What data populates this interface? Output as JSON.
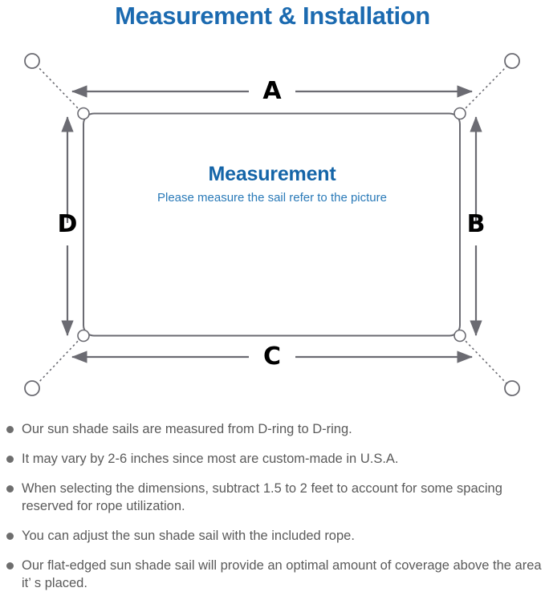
{
  "page": {
    "title": "Measurement & Installation",
    "title_color": "#1b6ab0",
    "background_color": "#ffffff"
  },
  "diagram": {
    "sail": {
      "heading": "Measurement",
      "heading_color": "#1565a8",
      "subheading": "Please measure the sail refer to the picture",
      "subheading_color": "#2a7ab8",
      "outline_color": "#6b6b72"
    },
    "dimension_labels": {
      "top": "A",
      "right": "B",
      "bottom": "C",
      "left": "D"
    },
    "rope_line_style": "dotted",
    "rope_color": "#6b6b72",
    "arrow_color": "#6b6b72",
    "d_ring_count": 4,
    "anchor_ring_count": 4
  },
  "notes": [
    "Our sun shade sails are measured from D-ring to D-ring.",
    "It may vary by 2-6 inches since most are custom-made in U.S.A.",
    "When selecting the dimensions, subtract 1.5 to 2 feet to account for some spacing reserved for rope utilization.",
    "You can adjust the sun shade sail with the included rope.",
    "Our flat-edged sun shade sail will provide an optimal amount of coverage above the area it’ s placed."
  ]
}
